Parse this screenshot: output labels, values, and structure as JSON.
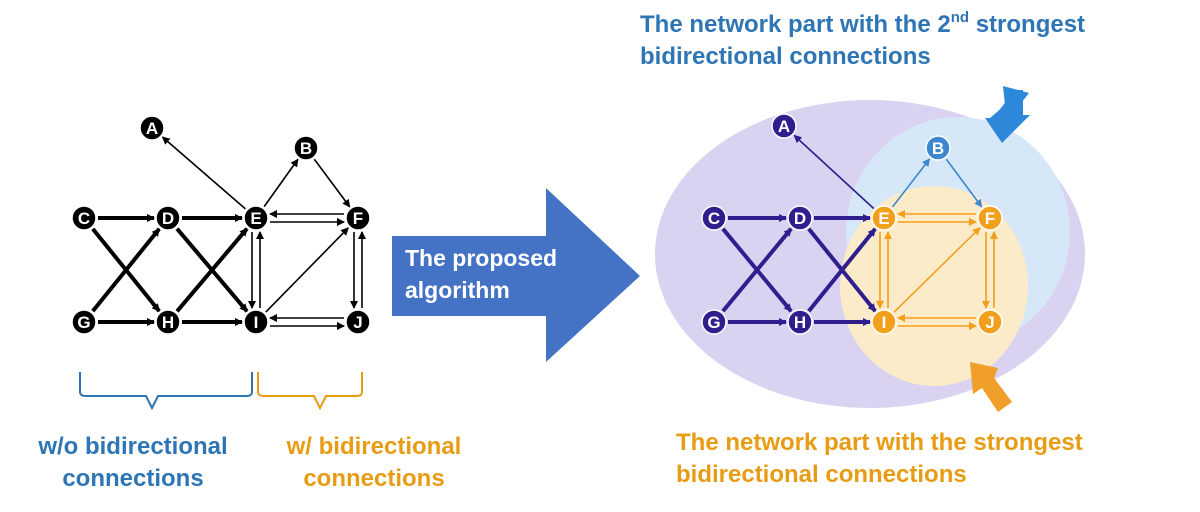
{
  "colors": {
    "black": "#000000",
    "blue_text": "#2e75b6",
    "orange_text": "#e89c14",
    "node_purple": "#2f1e8e",
    "node_blue": "#3d87cf",
    "node_orange": "#f2a01c",
    "arrow_big": "#4472c4",
    "outer_ellipse": "#d9d2f0",
    "blue_region": "#d6e7f7",
    "orange_region": "#fcebc9",
    "pointer_blue": "#2e88d9",
    "pointer_orange": "#f0a02a"
  },
  "left_graph": {
    "nodes": [
      "A",
      "B",
      "C",
      "D",
      "E",
      "F",
      "G",
      "H",
      "I",
      "J"
    ]
  },
  "right_graph": {
    "nodes": [
      "A",
      "B",
      "C",
      "D",
      "E",
      "F",
      "G",
      "H",
      "I",
      "J"
    ]
  },
  "big_arrow": {
    "line1": "The proposed",
    "line2": "algorithm"
  },
  "left_captions": {
    "blue_line1": "w/o bidirectional",
    "blue_line2": "connections",
    "orange_line1": "w/ bidirectional",
    "orange_line2": "connections"
  },
  "right_captions": {
    "top_line1": "The network part with the 2",
    "top_sup": "nd",
    "top_line1_end": " strongest",
    "top_line2": "bidirectional connections",
    "bottom_line1": "The network part with the strongest",
    "bottom_line2": "bidirectional connections"
  }
}
